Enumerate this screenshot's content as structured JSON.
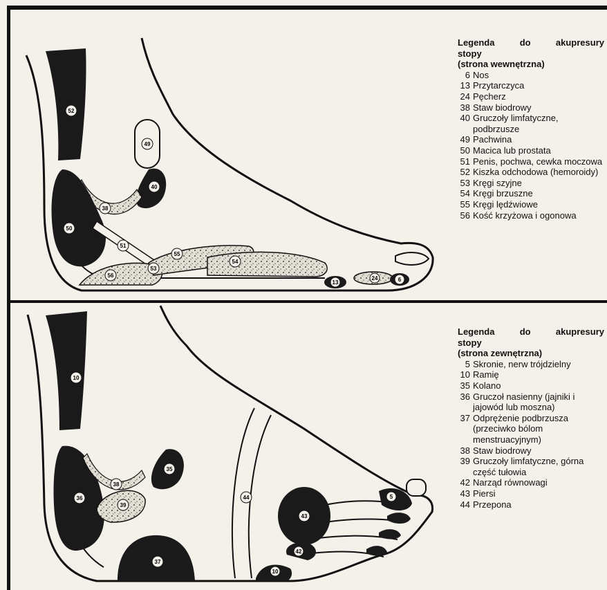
{
  "legend_inner": {
    "title_line1": "Legenda do akupresury",
    "title_line2": "stopy",
    "subtitle": "(strona wewnętrzna)",
    "items": [
      {
        "num": "6",
        "text": "Nos"
      },
      {
        "num": "13",
        "text": "Przytarczyca"
      },
      {
        "num": "24",
        "text": "Pęcherz"
      },
      {
        "num": "38",
        "text": "Staw biodrowy"
      },
      {
        "num": "40",
        "text": "Gruczoły limfatyczne, podbrzusze"
      },
      {
        "num": "49",
        "text": "Pachwina"
      },
      {
        "num": "50",
        "text": "Macica lub prostata"
      },
      {
        "num": "51",
        "text": "Penis, pochwa, cewka moczowa"
      },
      {
        "num": "52",
        "text": "Kiszka odchodowa (hemoroidy)"
      },
      {
        "num": "53",
        "text": "Kręgi szyjne"
      },
      {
        "num": "54",
        "text": "Kręgi brzuszne"
      },
      {
        "num": "55",
        "text": "Kręgi lędźwiowe"
      },
      {
        "num": "56",
        "text": "Kość krzyżowa i ogonowa"
      }
    ]
  },
  "legend_outer": {
    "title_line1": "Legenda do akupresury",
    "title_line2": "stopy",
    "subtitle": "(strona zewnętrzna)",
    "items": [
      {
        "num": "5",
        "text": "Skronie, nerw trójdzielny"
      },
      {
        "num": "10",
        "text": "Ramię"
      },
      {
        "num": "35",
        "text": "Kolano"
      },
      {
        "num": "36",
        "text": "Gruczoł nasienny (jajniki i jajowód lub moszna)"
      },
      {
        "num": "37",
        "text": "Odprężenie podbrzusza (przeciwko bólom menstruacyjnym)"
      },
      {
        "num": "38",
        "text": "Staw biodrowy"
      },
      {
        "num": "39",
        "text": "Gruczoły limfatyczne, górna część tułowia"
      },
      {
        "num": "42",
        "text": "Narząd równowagi"
      },
      {
        "num": "43",
        "text": "Piersi"
      },
      {
        "num": "44",
        "text": "Przepona"
      }
    ]
  },
  "markers_inner": {
    "m52": "52",
    "m49": "49",
    "m40": "40",
    "m38": "38",
    "m50": "50",
    "m51": "51",
    "m53": "53",
    "m54": "54",
    "m55": "55",
    "m56": "56",
    "m13": "13",
    "m24": "24",
    "m6": "6"
  },
  "markers_outer": {
    "m10a": "10",
    "m36": "36",
    "m37": "37",
    "m38": "38",
    "m39": "39",
    "m35": "35",
    "m44": "44",
    "m43": "43",
    "m5": "5",
    "m42": "42",
    "m10b": "10"
  }
}
